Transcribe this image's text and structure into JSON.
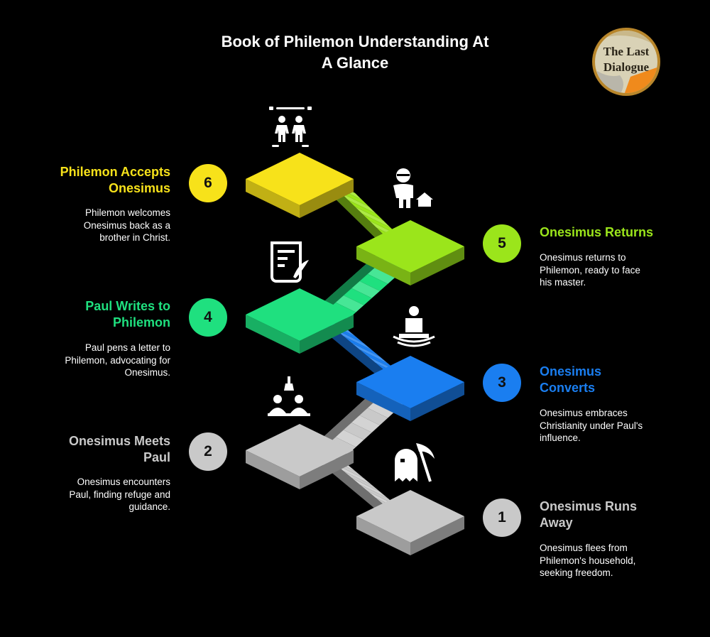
{
  "title": {
    "line1": "Book of Philemon Understanding At",
    "line2": "A Glance"
  },
  "logo": {
    "text_line1": "The Last",
    "text_line2": "Dialogue",
    "colors": {
      "ring": "#b8862b",
      "fill": "#d9d2b6",
      "accent": "#f08a1c",
      "text": "#2a2418"
    }
  },
  "steps": [
    {
      "number": "1",
      "title_line1": "Onesimus Runs",
      "title_line2": "Away",
      "desc_line1": "Onesimus flees from",
      "desc_line2": "Philemon's household,",
      "desc_line3": "seeking freedom.",
      "color": "#c9c9c9",
      "icon": "ghost-with-scythe-icon"
    },
    {
      "number": "2",
      "title_line1": "Onesimus Meets",
      "title_line2": "Paul",
      "desc_line1": "Onesimus encounters",
      "desc_line2": "Paul, finding refuge and",
      "desc_line3": "guidance.",
      "color": "#c9c9c9",
      "icon": "people-meeting-icon"
    },
    {
      "number": "3",
      "title_line1": "Onesimus",
      "title_line2": "Converts",
      "desc_line1": "Onesimus embraces",
      "desc_line2": "Christianity under Paul's",
      "desc_line3": "influence.",
      "color": "#1a7ef0",
      "icon": "meditating-person-icon"
    },
    {
      "number": "4",
      "title_line1": "Paul Writes to",
      "title_line2": "Philemon",
      "desc_line1": "Paul pens a letter to",
      "desc_line2": "Philemon, advocating for",
      "desc_line3": "Onesimus.",
      "color": "#1fe07f",
      "icon": "scroll-with-quill-icon"
    },
    {
      "number": "5",
      "title_line1": "Onesimus Returns",
      "title_line2": "",
      "desc_line1": "Onesimus returns to",
      "desc_line2": "Philemon, ready to face",
      "desc_line3": "his master.",
      "color": "#9be51b",
      "icon": "person-returning-home-icon"
    },
    {
      "number": "6",
      "title_line1": "Philemon Accepts",
      "title_line2": "Onesimus",
      "desc_line1": "Philemon welcomes",
      "desc_line2": "Onesimus back as a",
      "desc_line3": "brother in Christ.",
      "color": "#f7e21a",
      "icon": "two-people-together-icon"
    }
  ]
}
